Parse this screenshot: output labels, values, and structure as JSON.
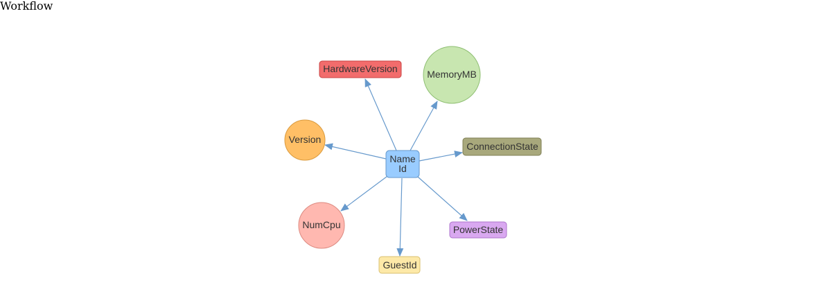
{
  "title": "Workflow",
  "center_node": {
    "lines": [
      "Name",
      "Id"
    ],
    "color": "#99ccff",
    "border": "#6699cc"
  },
  "nodes": [
    {
      "id": "hardwareversion",
      "label": "HardwareVersion",
      "shape": "rect",
      "color": "#f26c6c",
      "border": "#c94444"
    },
    {
      "id": "memorymb",
      "label": "MemoryMB",
      "shape": "circle",
      "color": "#c8e6b0",
      "border": "#8fbf73"
    },
    {
      "id": "version",
      "label": "Version",
      "shape": "circle",
      "color": "#ffbf66",
      "border": "#d99a3d"
    },
    {
      "id": "connectionstate",
      "label": "ConnectionState",
      "shape": "rect",
      "color": "#a8a87c",
      "border": "#7f7f55"
    },
    {
      "id": "numcpu",
      "label": "NumCpu",
      "shape": "circle",
      "color": "#ffb8b0",
      "border": "#dd8a80"
    },
    {
      "id": "powerstate",
      "label": "PowerState",
      "shape": "rect",
      "color": "#d9a8f0",
      "border": "#ad74cc"
    },
    {
      "id": "guestid",
      "label": "GuestId",
      "shape": "rect",
      "color": "#fde9a8",
      "border": "#d9c070"
    }
  ],
  "edge_color": "#6699cc"
}
